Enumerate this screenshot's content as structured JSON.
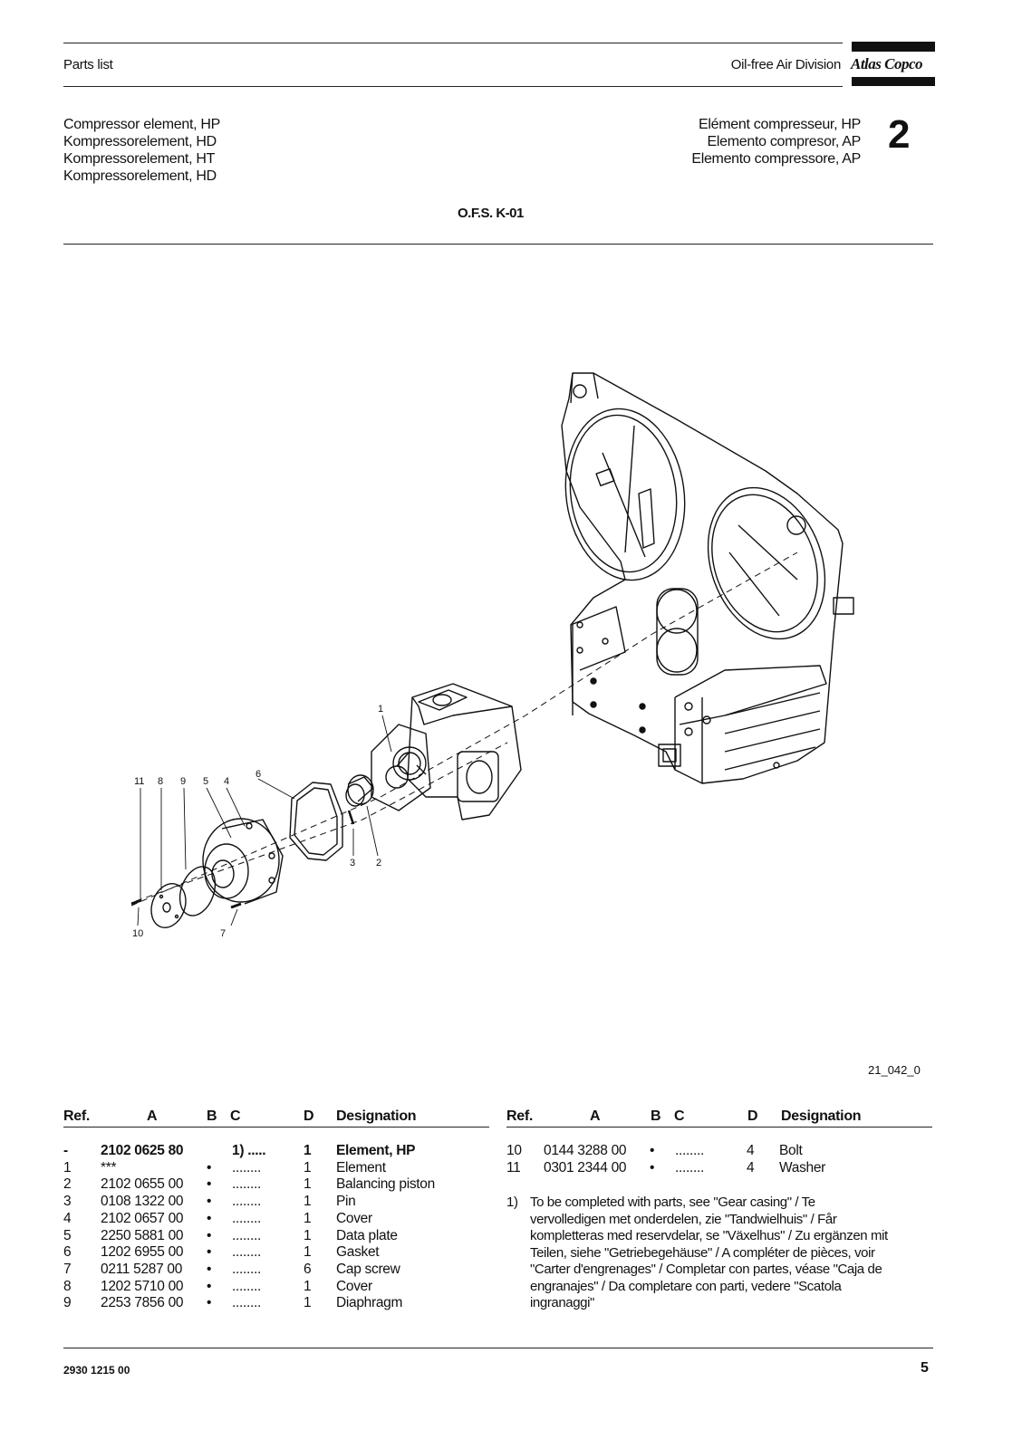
{
  "header": {
    "left": "Parts list",
    "right": "Oil-free Air Division",
    "logo": "Atlas Copco"
  },
  "titles_left": [
    "Compressor element, HP",
    "Kompressorelement, HD",
    "Kompressorelement, HT",
    "Kompressorelement, HD"
  ],
  "titles_right": [
    "Elément compresseur, HP",
    "Elemento compresor, AP",
    "Elemento compressore, AP"
  ],
  "section_number": "2",
  "ofs_code": "O.F.S. K-01",
  "drawing": {
    "id": "21_042_0",
    "callouts": [
      "11",
      "8",
      "9",
      "5",
      "4",
      "6",
      "3",
      "2",
      "1",
      "10",
      "7"
    ]
  },
  "table": {
    "headers": {
      "ref": "Ref.",
      "a": "A",
      "b": "B",
      "c": "C",
      "d": "D",
      "designation": "Designation"
    },
    "left_rows": [
      {
        "ref": "-",
        "part": "2102 0625 80",
        "b": "",
        "c": "1) .....",
        "qty": "1",
        "designation": "Element, HP",
        "bold": true
      },
      {
        "ref": "1",
        "part": "***",
        "b": "•",
        "c": "........",
        "qty": "1",
        "designation": "Element"
      },
      {
        "ref": "2",
        "part": "2102 0655 00",
        "b": "•",
        "c": "........",
        "qty": "1",
        "designation": "Balancing piston"
      },
      {
        "ref": "3",
        "part": "0108 1322 00",
        "b": "•",
        "c": "........",
        "qty": "1",
        "designation": "Pin"
      },
      {
        "ref": "4",
        "part": "2102 0657 00",
        "b": "•",
        "c": "........",
        "qty": "1",
        "designation": "Cover"
      },
      {
        "ref": "5",
        "part": "2250 5881 00",
        "b": "•",
        "c": "........",
        "qty": "1",
        "designation": "Data plate"
      },
      {
        "ref": "6",
        "part": "1202 6955 00",
        "b": "•",
        "c": "........",
        "qty": "1",
        "designation": "Gasket"
      },
      {
        "ref": "7",
        "part": "0211 5287 00",
        "b": "•",
        "c": "........",
        "qty": "6",
        "designation": "Cap screw"
      },
      {
        "ref": "8",
        "part": "1202 5710 00",
        "b": "•",
        "c": "........",
        "qty": "1",
        "designation": "Cover"
      },
      {
        "ref": "9",
        "part": "2253 7856 00",
        "b": "•",
        "c": "........",
        "qty": "1",
        "designation": "Diaphragm"
      }
    ],
    "right_rows": [
      {
        "ref": "10",
        "part": "0144 3288 00",
        "b": "•",
        "c": "........",
        "qty": "4",
        "designation": "Bolt"
      },
      {
        "ref": "11",
        "part": "0301 2344 00",
        "b": "•",
        "c": "........",
        "qty": "4",
        "designation": "Washer"
      }
    ],
    "note_marker": "1)",
    "note_lines": [
      "To be completed with parts, see \"Gear casing\" / Te",
      "vervolledigen met onderdelen, zie \"Tandwielhuis\" / Får",
      "kompletteras med reservdelar, se \"Växelhus\" / Zu ergänzen mit",
      "Teilen, siehe \"Getriebegehäuse\" / A compléter de pièces, voir",
      "\"Carter d'engrenages\" / Completar con partes, véase \"Caja de",
      "engranajes\" / Da completare con parti, vedere \"Scatola",
      "ingranaggi\""
    ]
  },
  "footer": {
    "doc_number": "2930 1215 00",
    "page": "5"
  }
}
